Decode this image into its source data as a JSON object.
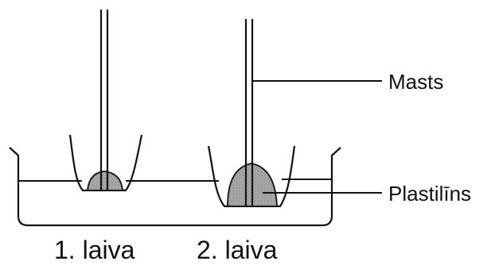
{
  "diagram": {
    "labels": {
      "mast": "Masts",
      "plasticine": "Plastilīns",
      "boat_1": "1. laiva",
      "boat_2": "2. laiva"
    },
    "colors": {
      "line": "#111111",
      "plasticine_fill": "#a8a8a8",
      "background": "#ffffff"
    }
  }
}
